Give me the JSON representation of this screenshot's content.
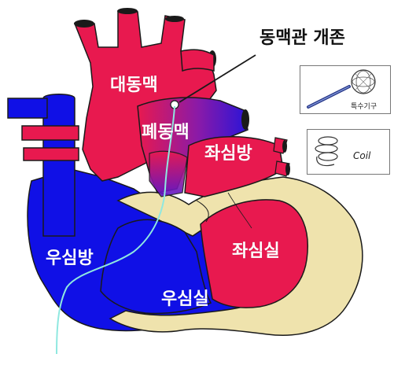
{
  "title": "동맥관 개존",
  "labels": {
    "aorta": "대동맥",
    "pulmonary_artery": "폐동맥",
    "left_atrium": "좌심방",
    "right_atrium": "우심방",
    "left_ventricle": "좌심실",
    "right_ventricle": "우심실"
  },
  "insets": {
    "device_caption": "특수기구",
    "coil_caption": "Coil"
  },
  "colors": {
    "red": "#e8194f",
    "blue": "#1010e6",
    "purple": "#6a18c8",
    "muscle": "#efe3ad",
    "outline": "#1a1a1a",
    "catheter": "#8fe8e0"
  }
}
